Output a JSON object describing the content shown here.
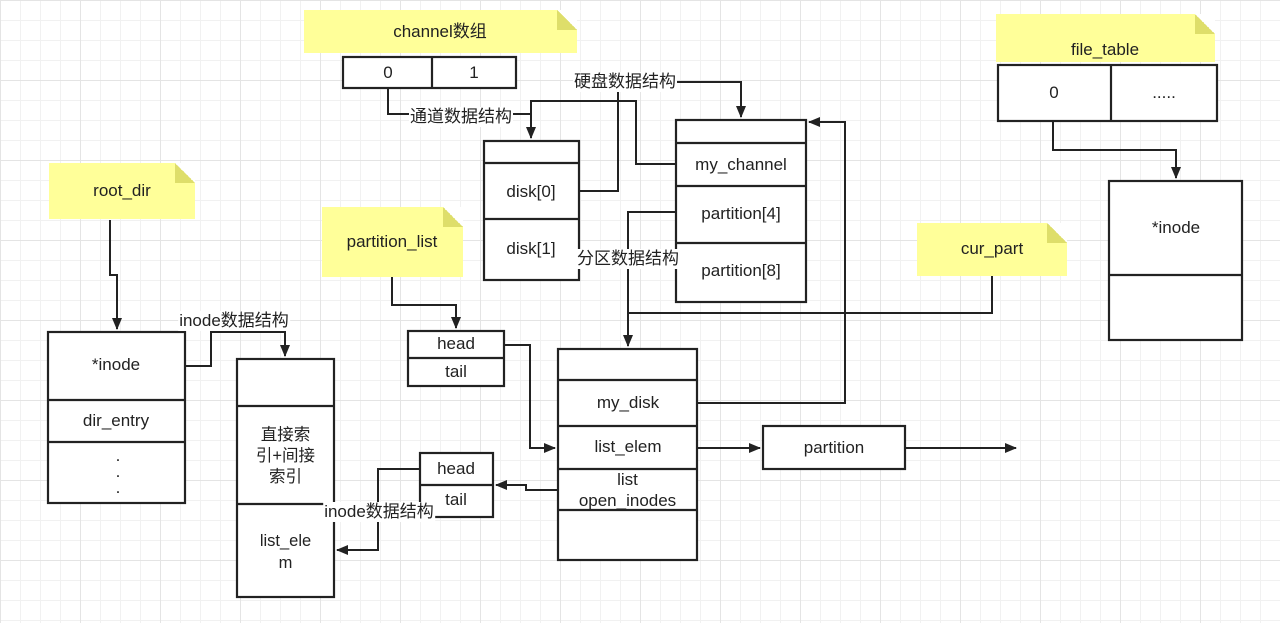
{
  "notes": {
    "channel_array": "channel数组",
    "file_table": "file_table",
    "root_dir": "root_dir",
    "partition_list": "partition_list",
    "cur_part": "cur_part"
  },
  "channel_cells": [
    "0",
    "1"
  ],
  "file_table_cells": [
    "0",
    "....."
  ],
  "disk_box": [
    "disk[0]",
    "disk[1]"
  ],
  "channel_box": [
    "my_channel",
    "partition[4]",
    "partition[8]"
  ],
  "inode_right": "*inode",
  "root_box": {
    "inode": "*inode",
    "dir_entry": "dir_entry",
    "dots": [
      ".",
      ".",
      "."
    ]
  },
  "inode_struct": {
    "index": [
      "直接索",
      "引+间接",
      "索引"
    ],
    "list_elem": [
      "list_ele",
      "m"
    ]
  },
  "partition_list_box": [
    "head",
    "tail"
  ],
  "open_inodes_box": [
    "head",
    "tail"
  ],
  "partition_box": {
    "my_disk": "my_disk",
    "list_elem": "list_elem",
    "list_open_inodes": [
      "list",
      "open_inodes"
    ]
  },
  "partition_node": "partition",
  "edge_labels": {
    "channel_struct": "通道数据结构",
    "disk_struct": "硬盘数据结构",
    "partition_struct": "分区数据结构",
    "inode_struct_top": "inode数据结构",
    "inode_struct_bottom": "inode数据结构"
  },
  "colors": {
    "note": "#ffff99",
    "stroke": "#222222",
    "grid": "#e4e4e4"
  }
}
